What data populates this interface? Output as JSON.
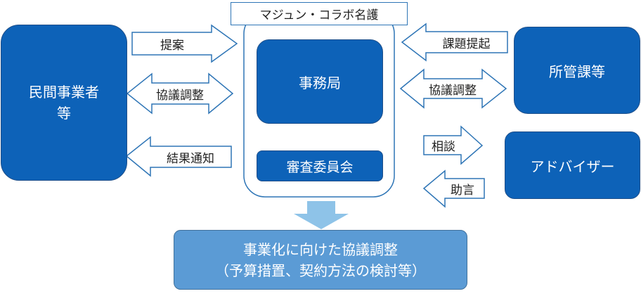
{
  "colors": {
    "box_dark": "#0d62b8",
    "box_light": "#5b9bd5",
    "outline": "#2e75b6",
    "down_arrow": "#8ec3e8"
  },
  "left_entity": {
    "line1": "民間事業者",
    "line2": "等"
  },
  "center": {
    "title": "マジュン・コラボ名護",
    "office": "事務局",
    "committee": "審査委員会"
  },
  "right_entities": {
    "department": "所管課等",
    "advisor": "アドバイザー"
  },
  "arrows_left": {
    "proposal": "提案",
    "consultation": "協議調整",
    "result_notice": "結果通知"
  },
  "arrows_right": {
    "issue": "課題提起",
    "consultation": "協議調整",
    "consult": "相談",
    "advice": "助言"
  },
  "outcome": {
    "line1": "事業化に向けた協議調整",
    "line2": "（予算措置、契約方法の検討等）"
  }
}
